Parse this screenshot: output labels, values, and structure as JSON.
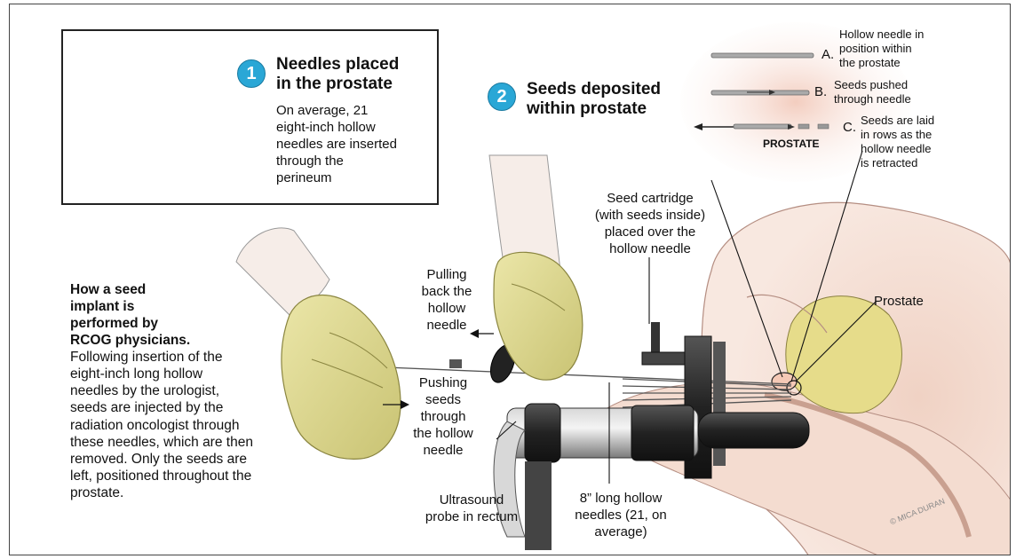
{
  "step1": {
    "number": "1",
    "title_line1": "Needles placed",
    "title_line2": "in the prostate",
    "body": [
      "On average, 21",
      "eight-inch hollow",
      "needles are inserted",
      "through the",
      "perineum"
    ]
  },
  "step2": {
    "number": "2",
    "title_line1": "Seeds deposited",
    "title_line2": "within prostate"
  },
  "detail": {
    "a_letter": "A.",
    "a_text": [
      "Hollow needle in",
      "position within",
      "the prostate"
    ],
    "b_letter": "B.",
    "b_text": [
      "Seeds pushed",
      "through needle"
    ],
    "c_letter": "C.",
    "c_text": [
      "Seeds are laid",
      "in rows as the",
      "hollow needle",
      "is retracted"
    ],
    "prostate_caption": "PROSTATE"
  },
  "labels": {
    "seed_cartridge": [
      "Seed cartridge",
      "(with seeds inside)",
      "placed over the",
      "hollow needle"
    ],
    "pulling_back": [
      "Pulling",
      "back the",
      "hollow",
      "needle"
    ],
    "pushing_seeds": [
      "Pushing",
      "seeds",
      "through",
      "the hollow",
      "needle"
    ],
    "prostate": "Prostate",
    "ultrasound": [
      "Ultrasound",
      "probe in rectum"
    ],
    "needles": [
      "8” long hollow",
      "needles (21, on",
      "average)"
    ],
    "credit": "© MICA DURAN"
  },
  "description": {
    "heading": [
      "How a seed",
      "implant is",
      "performed by",
      "RCOG physicians."
    ],
    "body": [
      "Following insertion of the",
      "eight-inch long hollow",
      "needles by the urologist,",
      "seeds are injected by the",
      "radiation oncologist through",
      "these needles, which are then",
      "removed. Only the seeds are",
      "left, positioned throughout the",
      "prostate."
    ]
  },
  "colors": {
    "badge": "#2aa7d6",
    "glove": "#d9d48a",
    "skin": "#f3d9cc",
    "prostate": "#e6dc8a"
  }
}
